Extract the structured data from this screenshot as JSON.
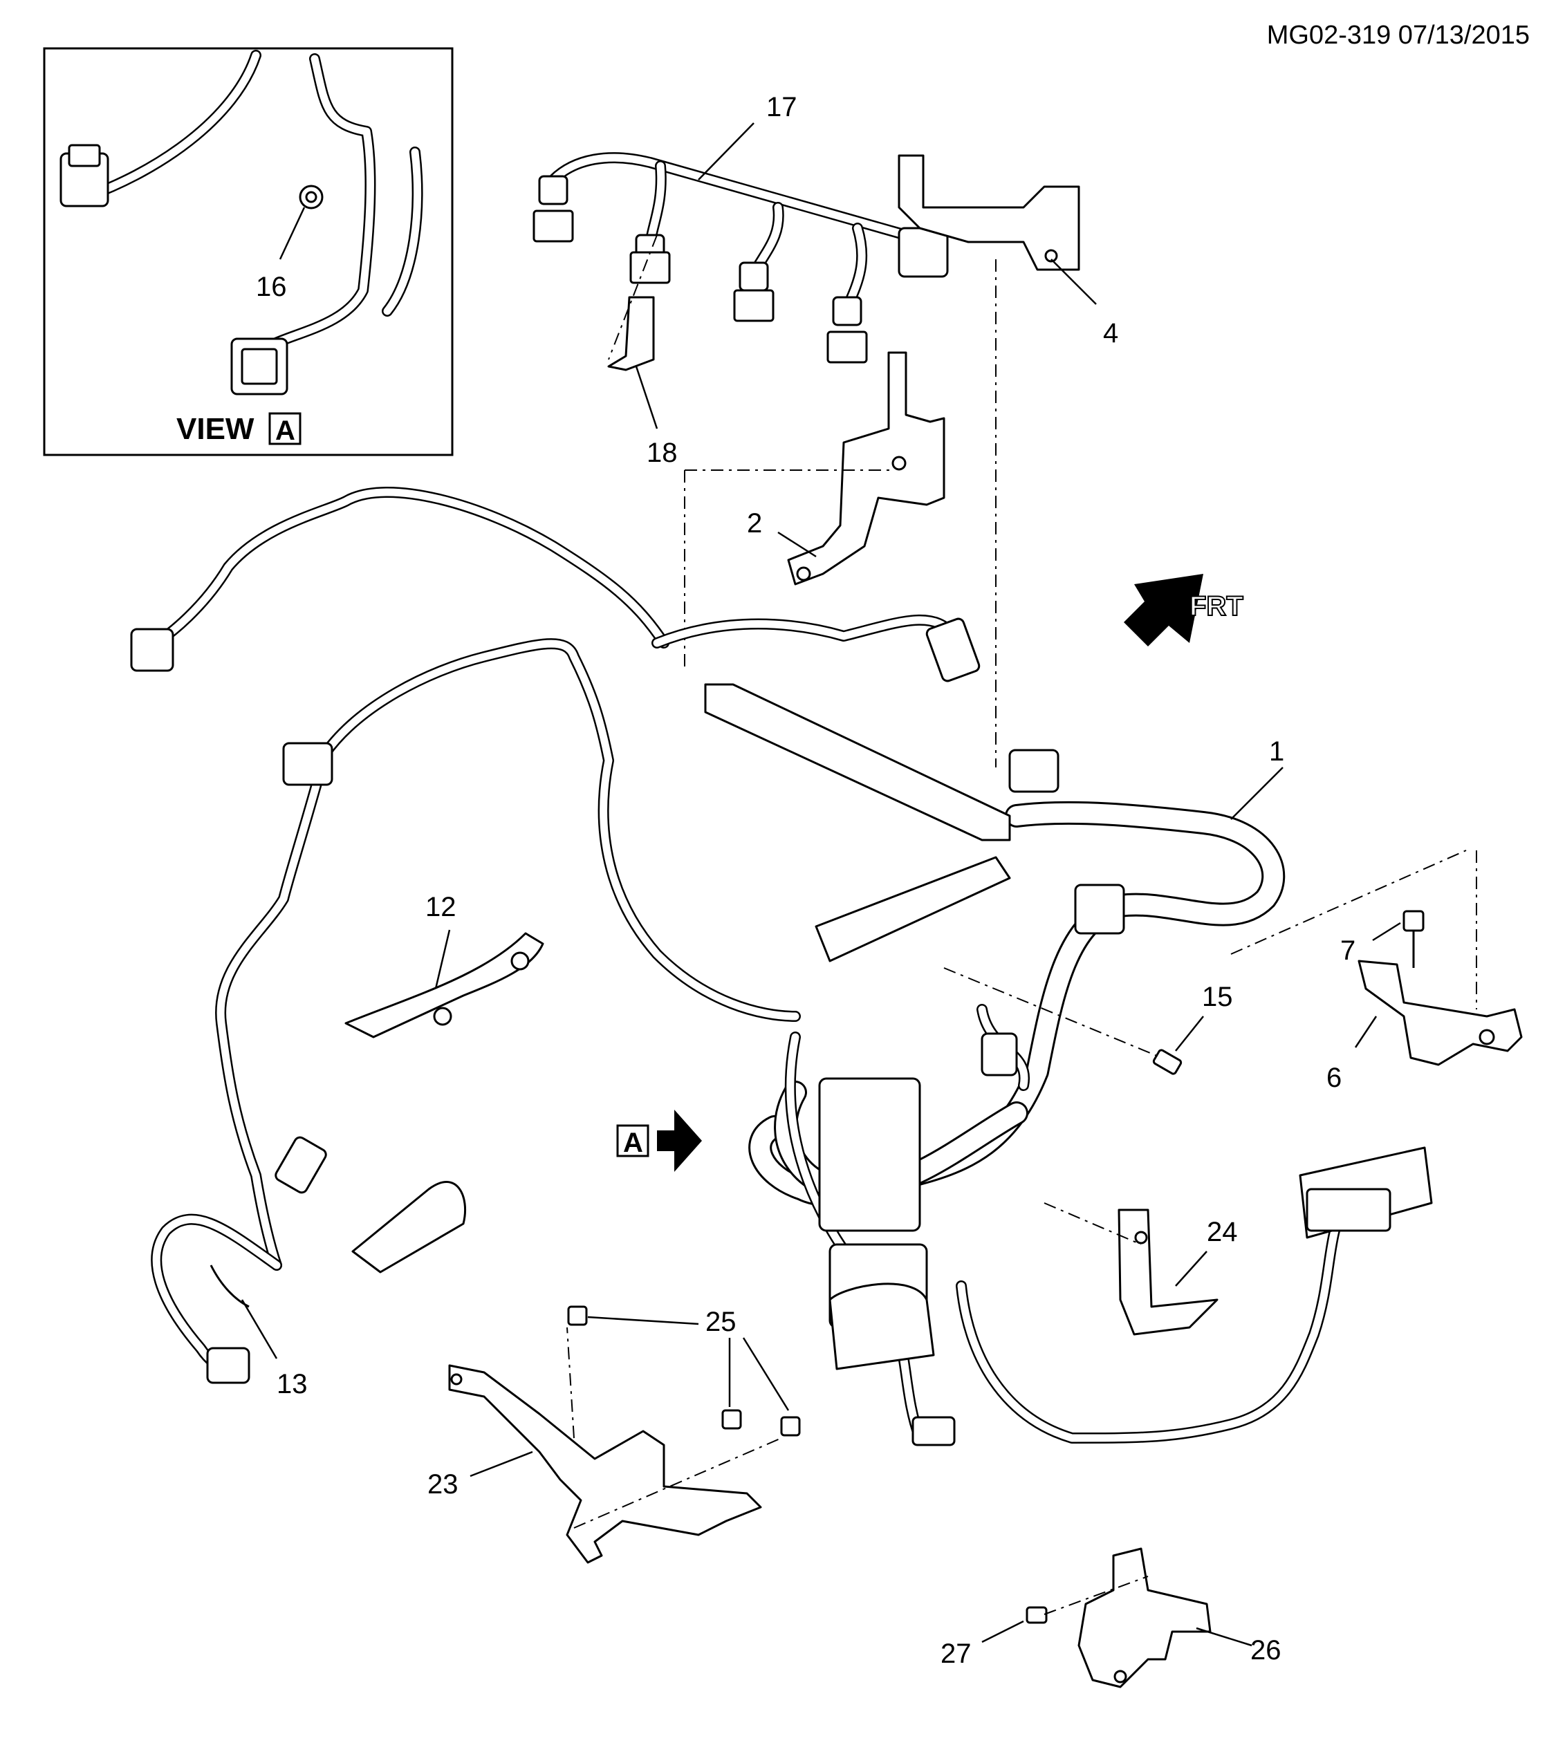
{
  "document_ref": "MG02-319 07/13/2015",
  "view_label": "VIEW",
  "view_letter": "A",
  "pointer_letter": "A",
  "direction_label": "FRT",
  "callouts": {
    "c1": "1",
    "c2": "2",
    "c4": "4",
    "c6": "6",
    "c7": "7",
    "c12": "12",
    "c13": "13",
    "c15": "15",
    "c16": "16",
    "c17": "17",
    "c18": "18",
    "c23": "23",
    "c24": "24",
    "c25": "25",
    "c26": "26",
    "c27": "27"
  }
}
